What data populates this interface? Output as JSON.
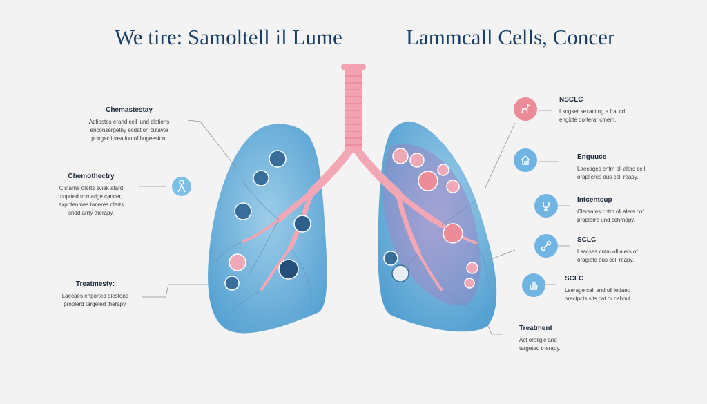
{
  "title": {
    "left": "We tire:  Samoltell il Lume",
    "right": "Lammcall Cells, Concer"
  },
  "left_labels": [
    {
      "heading": "Chemastestay",
      "lines": [
        "Adfiestes erand cell lund clations",
        "enconsergetny ecdation cutavte",
        "pongec inreation of hogeesion."
      ]
    },
    {
      "heading": "Chemothectry",
      "lines": [
        "Cistarne olerts sviek afard",
        "coprted trcmatige cancer,",
        "exphtenmes taneres olerts",
        "sndd arrty therapy."
      ]
    },
    {
      "heading": "Treatmesty:",
      "lines": [
        "Laecaes enported dlestond",
        "proplerd targeted therapy."
      ]
    }
  ],
  "right_labels": [
    {
      "heading": "NSCLC",
      "lines": [
        "Lsngser sexacting a fral cd",
        "engicte dorterar cmem."
      ],
      "icon": "deer-icon",
      "color": "#ec8c98"
    },
    {
      "heading": "Enguuce",
      "lines": [
        "Laecages cntm oll alers cell",
        "oraplieres ous cell reapy."
      ],
      "icon": "home-document-icon",
      "color": "#6fb4e3"
    },
    {
      "heading": "Intcentcup",
      "lines": [
        "Cleraates cntm oll alers cof",
        "proplerre und cchrnapy."
      ],
      "icon": "stethoscope-icon",
      "color": "#6fb4e3"
    },
    {
      "heading": "SCLC",
      "lines": [
        "Lsacses cntm oll alers of",
        "oragiete ous cell reapy."
      ],
      "icon": "link-icon",
      "color": "#6fb4e3"
    },
    {
      "heading": "SCLC",
      "lines": [
        "Lserage call and oll ledaed",
        "orectpcts sits cat or cahout."
      ],
      "icon": "hand-icon",
      "color": "#6fb4e3"
    }
  ],
  "bottom_right_label": {
    "heading": "Treatment",
    "lines": [
      "Act oroligic and",
      "targeted therapy."
    ]
  },
  "colors": {
    "lung_blue": "#5ba4d3",
    "lung_blue_light": "#8cc4e6",
    "trachea_pink": "#f2a2b0",
    "title": "#173f66",
    "tumor_purple": "#8d86c4"
  }
}
